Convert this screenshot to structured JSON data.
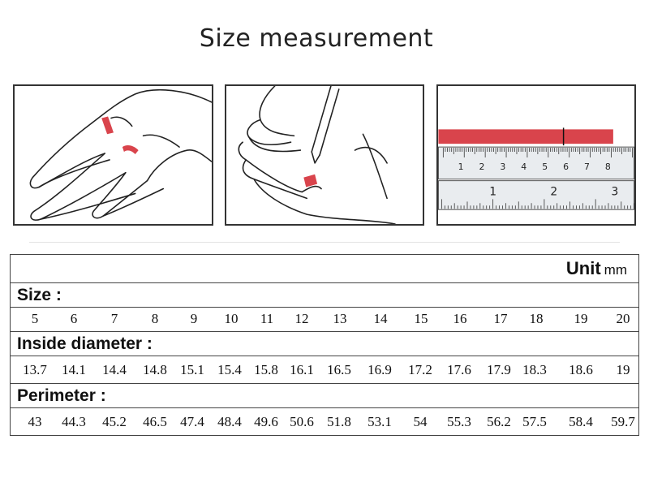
{
  "title": "Size measurement",
  "unit": {
    "label": "Unit",
    "value": "mm"
  },
  "ruler": {
    "top_numbers": [
      "1",
      "2",
      "3",
      "4",
      "5",
      "6",
      "7",
      "8"
    ],
    "bottom_numbers": [
      "1",
      "2",
      "3"
    ]
  },
  "table": {
    "size_label": "Size :",
    "sizes": [
      "5",
      "6",
      "7",
      "8",
      "9",
      "10",
      "11",
      "12",
      "13",
      "14",
      "15",
      "16",
      "17",
      "18",
      "19",
      "20"
    ],
    "diameter_label": "Inside diameter :",
    "diameters": [
      "13.7",
      "14.1",
      "14.4",
      "14.8",
      "15.1",
      "15.4",
      "15.8",
      "16.1",
      "16.5",
      "16.9",
      "17.2",
      "17.6",
      "17.9",
      "18.3",
      "18.6",
      "19"
    ],
    "perimeter_label": "Perimeter :",
    "perimeters": [
      "43",
      "44.3",
      "45.2",
      "46.5",
      "47.4",
      "48.4",
      "49.6",
      "50.6",
      "51.8",
      "53.1",
      "54",
      "55.3",
      "56.2",
      "57.5",
      "58.4",
      "59.7"
    ]
  },
  "colors": {
    "tape": "#d9444c",
    "border": "#333333"
  },
  "icons": [
    "hand-with-paper-strip-icon",
    "pen-marking-strip-icon",
    "ruler-measuring-strip-icon"
  ]
}
